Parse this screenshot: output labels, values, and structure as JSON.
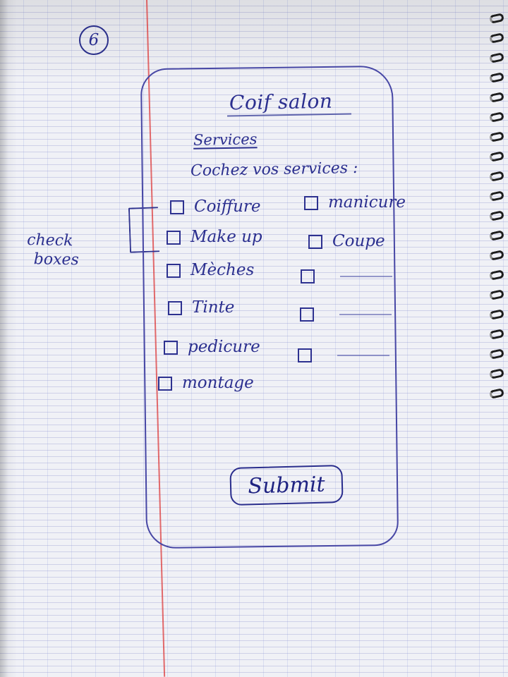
{
  "page": {
    "number": "6"
  },
  "annotation": {
    "line_1": "check",
    "line_2": "boxes"
  },
  "app": {
    "title": "Coif salon",
    "section_title": "Services",
    "instructions": "Cochez vos services :",
    "services_left": [
      {
        "label": "Coiffure",
        "checked": false
      },
      {
        "label": "Make up",
        "checked": false
      },
      {
        "label": "Mèches",
        "checked": false
      },
      {
        "label": "Tinte",
        "checked": false
      },
      {
        "label": "pedicure",
        "checked": false
      },
      {
        "label": "montage",
        "checked": false
      }
    ],
    "services_right": [
      {
        "label": "manicure",
        "checked": false
      },
      {
        "label": "Coupe",
        "checked": false
      },
      {
        "label": "",
        "checked": false
      },
      {
        "label": "",
        "checked": false
      },
      {
        "label": "",
        "checked": false
      }
    ],
    "submit_label": "Submit"
  }
}
